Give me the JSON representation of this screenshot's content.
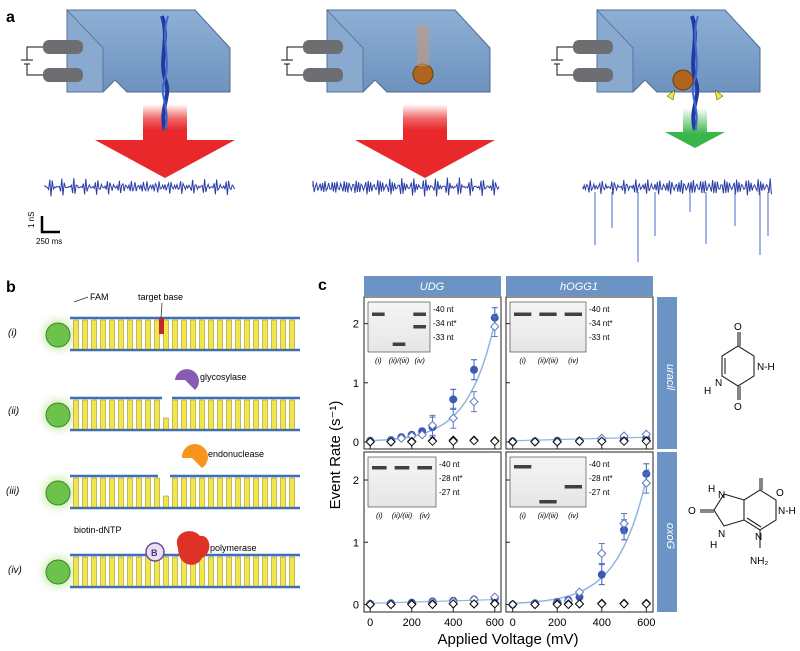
{
  "panels": {
    "a": "a",
    "b": "b",
    "c": "c"
  },
  "panel_a": {
    "scale_bar": {
      "y": "1 nS",
      "x": "250 ms"
    },
    "colors": {
      "membrane": "#7b9fc6",
      "trace": "#2b3ea6",
      "arrow_red": "#e8282b",
      "arrow_green": "#39b54a",
      "electrode": "#6d6e71"
    }
  },
  "panel_b": {
    "rows": [
      {
        "roman": "(i)",
        "labels": [
          "FAM",
          "target base"
        ]
      },
      {
        "roman": "(ii)",
        "labels": [
          "glycosylase"
        ]
      },
      {
        "roman": "(iii)",
        "labels": [
          "endonuclease"
        ]
      },
      {
        "roman": "(iv)",
        "labels": [
          "biotin-dNTP",
          "polymerase"
        ],
        "badge": "B"
      }
    ],
    "colors": {
      "fam": "#6cc24a",
      "backbone": "#3d6fb6",
      "rungs": "#f2e64b",
      "target": "#c1272d",
      "glycosylase": "#8a5bb5",
      "endonuclease": "#f7941d",
      "polymerase": "#e03127"
    }
  },
  "panel_c": {
    "col_headers": [
      "UDG",
      "hOGG1"
    ],
    "row_headers": [
      "uracil",
      "oxoG"
    ],
    "ylabel": "Event Rate (s⁻¹)",
    "xlabel": "Applied Voltage (mV)",
    "xticks": [
      "0",
      "200",
      "400",
      "600"
    ],
    "yticks": [
      "0",
      "1",
      "2"
    ],
    "gels": [
      {
        "lanes": [
          "(i)",
          "(ii)/(iii)",
          "(iv)"
        ],
        "marks": [
          "-40 nt",
          "-34 nt*",
          "-33 nt"
        ]
      },
      {
        "lanes": [
          "(i)",
          "(ii)/(iii)",
          "(iv)"
        ],
        "marks": [
          "-40 nt",
          "-34 nt*",
          "-33 nt"
        ]
      },
      {
        "lanes": [
          "(i)",
          "(ii)/(iii)",
          "(iv)"
        ],
        "marks": [
          "-40 nt",
          "-28 nt*",
          "-27 nt"
        ]
      },
      {
        "lanes": [
          "(i)",
          "(ii)/(iii)",
          "(iv)"
        ],
        "marks": [
          "-40 nt",
          "-28 nt*",
          "-27 nt"
        ]
      }
    ],
    "chem": {
      "nh": "N-H",
      "h": "H",
      "o": "O",
      "n": "N",
      "nh2": "NH₂"
    },
    "colors": {
      "header": "#6b93c4",
      "filled": "#3a5bb5",
      "open": "#5a78c0",
      "black": "#111111",
      "fit": "#8fb6dd"
    }
  },
  "chart_data": [
    {
      "type": "scatter",
      "title": "UDG / uracil",
      "ylim": [
        0,
        2.4
      ],
      "xlim": [
        0,
        620
      ],
      "series": [
        {
          "values": [
            [
              0,
              0.02
            ],
            [
              100,
              0.03
            ],
            [
              150,
              0.08
            ],
            [
              200,
              0.12
            ],
            [
              250,
              0.18
            ],
            [
              300,
              0.25
            ],
            [
              400,
              0.72
            ],
            [
              500,
              1.22
            ],
            [
              600,
              2.1
            ]
          ]
        },
        {
          "values": [
            [
              0,
              0.01
            ],
            [
              100,
              0.02
            ],
            [
              150,
              0.06
            ],
            [
              200,
              0.1
            ],
            [
              250,
              0.12
            ],
            [
              300,
              0.28
            ],
            [
              400,
              0.4
            ],
            [
              500,
              0.68
            ],
            [
              600,
              1.95
            ]
          ]
        },
        {
          "values": [
            [
              0,
              0
            ],
            [
              100,
              0
            ],
            [
              200,
              0.01
            ],
            [
              300,
              0.02
            ],
            [
              400,
              0.03
            ],
            [
              500,
              0.03
            ],
            [
              600,
              0.02
            ]
          ]
        },
        {
          "values": [
            [
              0,
              0
            ],
            [
              100,
              0
            ],
            [
              200,
              0
            ],
            [
              300,
              0.01
            ],
            [
              400,
              0.01
            ],
            [
              500,
              0.02
            ],
            [
              600,
              0.01
            ]
          ]
        }
      ]
    },
    {
      "type": "scatter",
      "title": "hOGG1 / uracil",
      "ylim": [
        0,
        2.4
      ],
      "xlim": [
        0,
        620
      ],
      "series": [
        {
          "values": [
            [
              0,
              0.01
            ],
            [
              100,
              0.01
            ],
            [
              200,
              0.02
            ],
            [
              300,
              0.02
            ],
            [
              400,
              0.03
            ],
            [
              500,
              0.05
            ],
            [
              600,
              0.06
            ]
          ]
        },
        {
          "values": [
            [
              0,
              0
            ],
            [
              100,
              0.01
            ],
            [
              200,
              0.01
            ],
            [
              300,
              0.02
            ],
            [
              400,
              0.06
            ],
            [
              500,
              0.1
            ],
            [
              600,
              0.13
            ]
          ]
        },
        {
          "values": [
            [
              0,
              0
            ],
            [
              100,
              0
            ],
            [
              200,
              0
            ],
            [
              300,
              0.01
            ],
            [
              400,
              0.01
            ],
            [
              500,
              0.02
            ],
            [
              600,
              0.02
            ]
          ]
        },
        {
          "values": [
            [
              0,
              0
            ],
            [
              100,
              0
            ],
            [
              200,
              0
            ],
            [
              300,
              0.01
            ],
            [
              400,
              0.01
            ],
            [
              500,
              0.01
            ],
            [
              600,
              0.01
            ]
          ]
        }
      ]
    },
    {
      "type": "scatter",
      "title": "UDG / oxoG",
      "ylim": [
        0,
        2.4
      ],
      "xlim": [
        0,
        620
      ],
      "series": [
        {
          "values": [
            [
              0,
              0.01
            ],
            [
              100,
              0.02
            ],
            [
              200,
              0.03
            ],
            [
              300,
              0.05
            ],
            [
              400,
              0.06
            ],
            [
              500,
              0.08
            ],
            [
              600,
              0.1
            ]
          ]
        },
        {
          "values": [
            [
              0,
              0.01
            ],
            [
              100,
              0.01
            ],
            [
              200,
              0.02
            ],
            [
              300,
              0.04
            ],
            [
              400,
              0.05
            ],
            [
              500,
              0.08
            ],
            [
              600,
              0.12
            ]
          ]
        },
        {
          "values": [
            [
              0,
              0
            ],
            [
              100,
              0
            ],
            [
              200,
              0.01
            ],
            [
              300,
              0.01
            ],
            [
              400,
              0.01
            ],
            [
              500,
              0.01
            ],
            [
              600,
              0.02
            ]
          ]
        },
        {
          "values": [
            [
              0,
              0
            ],
            [
              100,
              0
            ],
            [
              200,
              0
            ],
            [
              300,
              0
            ],
            [
              400,
              0.01
            ],
            [
              500,
              0.01
            ],
            [
              600,
              0.01
            ]
          ]
        }
      ]
    },
    {
      "type": "scatter",
      "title": "hOGG1 / oxoG",
      "ylim": [
        0,
        2.4
      ],
      "xlim": [
        0,
        620
      ],
      "series": [
        {
          "values": [
            [
              0,
              0.0
            ],
            [
              100,
              0.02
            ],
            [
              200,
              0.04
            ],
            [
              250,
              0.07
            ],
            [
              300,
              0.12
            ],
            [
              400,
              0.48
            ],
            [
              500,
              1.2
            ],
            [
              600,
              2.1
            ]
          ]
        },
        {
          "values": [
            [
              0,
              0.0
            ],
            [
              100,
              0.01
            ],
            [
              200,
              0.03
            ],
            [
              250,
              0.06
            ],
            [
              300,
              0.2
            ],
            [
              400,
              0.82
            ],
            [
              500,
              1.3
            ],
            [
              600,
              1.95
            ]
          ]
        },
        {
          "values": [
            [
              0,
              0
            ],
            [
              100,
              0
            ],
            [
              200,
              0.01
            ],
            [
              250,
              0.01
            ],
            [
              300,
              0.01
            ],
            [
              400,
              0.02
            ],
            [
              500,
              0.02
            ],
            [
              600,
              0.02
            ]
          ]
        },
        {
          "values": [
            [
              0,
              0
            ],
            [
              100,
              0
            ],
            [
              200,
              0
            ],
            [
              250,
              0
            ],
            [
              300,
              0.01
            ],
            [
              400,
              0.01
            ],
            [
              500,
              0.01
            ],
            [
              600,
              0.01
            ]
          ]
        }
      ]
    }
  ]
}
